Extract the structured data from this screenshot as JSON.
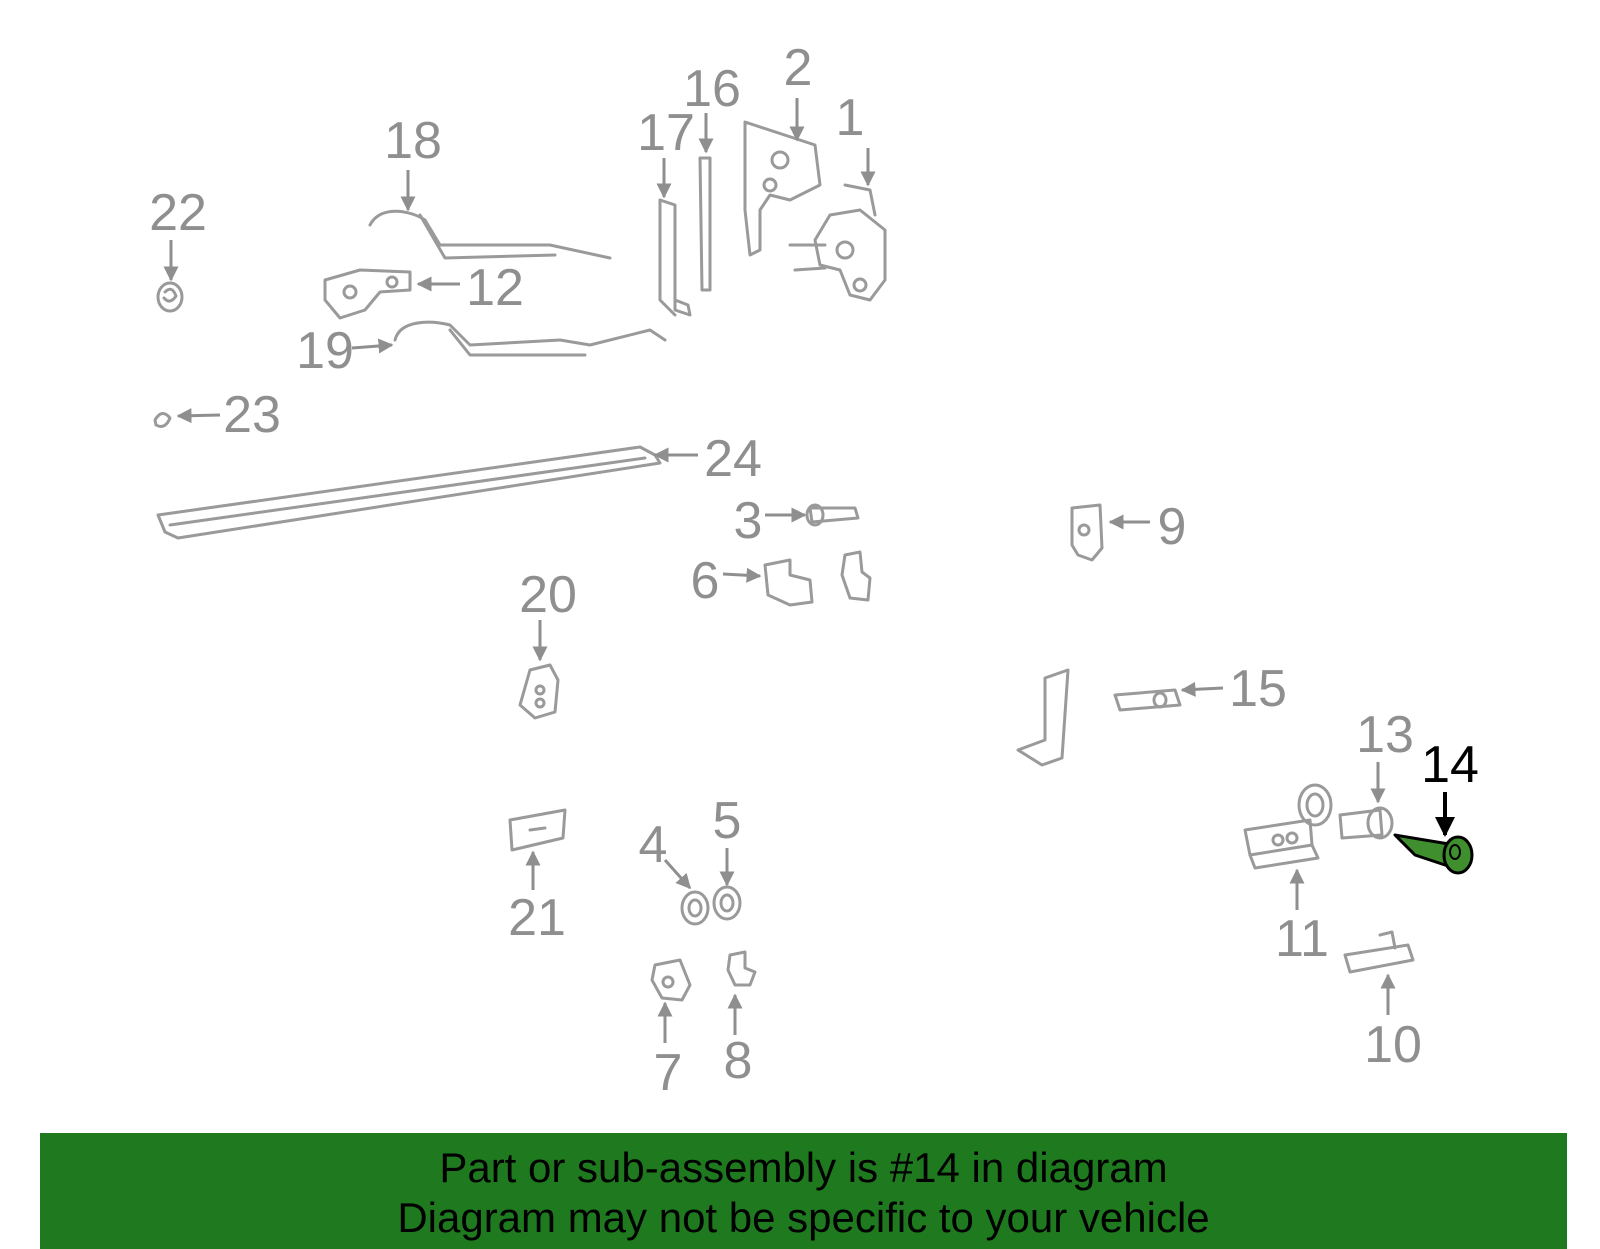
{
  "diagram": {
    "highlight_part": "14",
    "highlight_color": "#3f8f2f",
    "part_color": "#9a9a9a",
    "labels": [
      "1",
      "2",
      "3",
      "4",
      "5",
      "6",
      "7",
      "8",
      "9",
      "10",
      "11",
      "12",
      "13",
      "14",
      "15",
      "16",
      "17",
      "18",
      "19",
      "20",
      "21",
      "22",
      "23",
      "24"
    ]
  },
  "banner": {
    "background": "#1f7a1f",
    "line1": "Part or sub-assembly is #14 in diagram",
    "line2": "Diagram may not be specific to your vehicle"
  }
}
